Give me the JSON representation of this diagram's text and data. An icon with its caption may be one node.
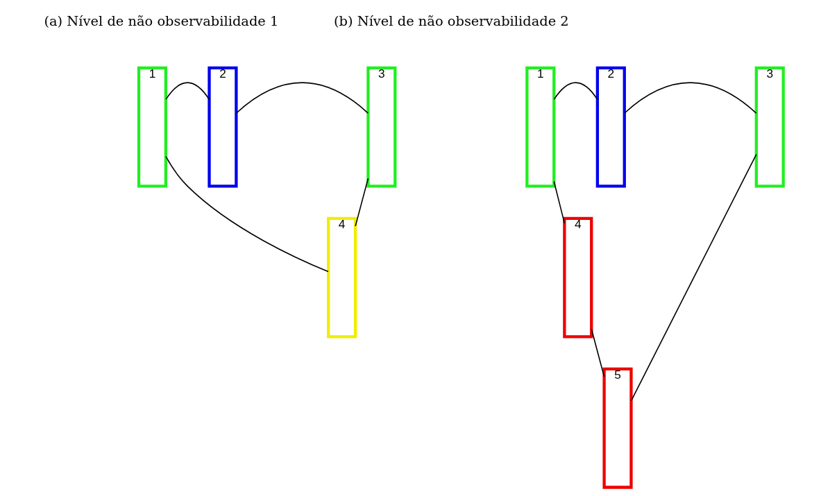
{
  "diagram": {
    "nodes": [
      {
        "text": [
          "1"
        ]
      },
      {
        "text": [
          "2"
        ]
      },
      {
        "text": [
          "3"
        ]
      },
      {
        "text": [
          "4"
        ]
      },
      {
        "text": [
          "1"
        ]
      },
      {
        "text": [
          "2"
        ]
      },
      {
        "text": [
          "3"
        ]
      },
      {
        "text": [
          "4"
        ]
      },
      {
        "text": [
          "5"
        ]
      }
    ],
    "edges": [
      {
        "from": 0,
        "to": 1,
        "arrow": "none"
      },
      {
        "from": 1,
        "to": 2,
        "arrow": "none"
      },
      {
        "from": 0,
        "to": 3,
        "arrow": "none"
      },
      {
        "from": 3,
        "to": 2,
        "arrow": "none"
      },
      {
        "from": 4,
        "to": 5,
        "arrow": "none"
      },
      {
        "from": 5,
        "to": 6,
        "arrow": "none"
      },
      {
        "from": 4,
        "to": 7,
        "arrow": "none"
      },
      {
        "from": 7,
        "to": 8,
        "arrow": "none"
      },
      {
        "from": 8,
        "to": 6,
        "arrow": "none"
      }
    ],
    "labels": [
      "(a) Nível de não observabilidade 1",
      "(b) Nível de não observabilidade 2"
    ]
  }
}
